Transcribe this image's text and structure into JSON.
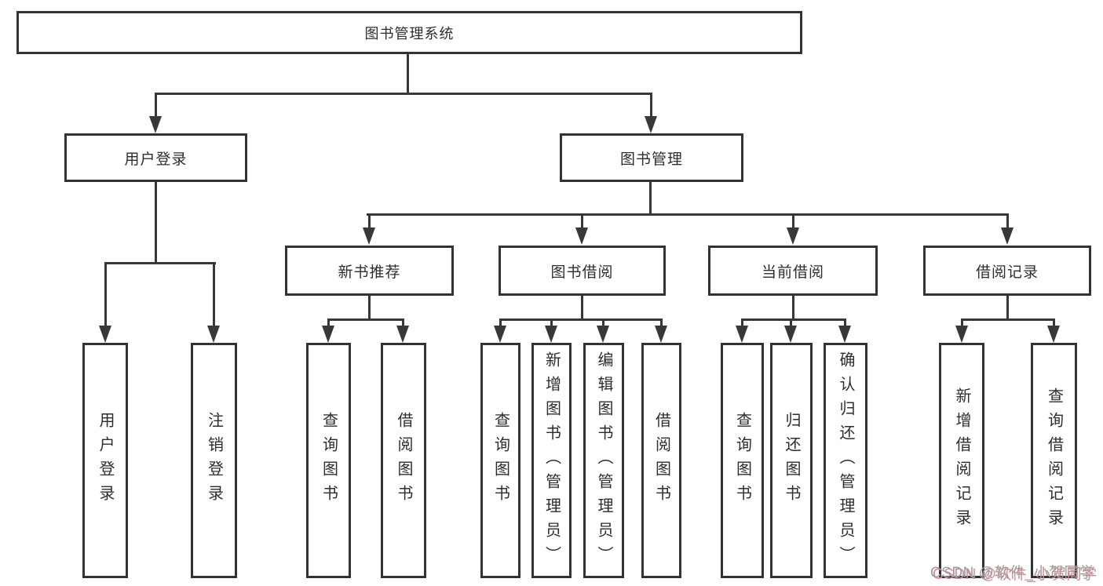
{
  "diagram": {
    "type": "tree",
    "nodes": {
      "root": "图书管理系统",
      "level2": [
        "用户登录",
        "图书管理"
      ],
      "level3": [
        "新书推荐",
        "图书借阅",
        "当前借阅",
        "借阅记录"
      ],
      "leaves": [
        "用户登录",
        "注销登录",
        "查询图书",
        "借阅图书",
        "查询图书",
        "新增图书（管理员）",
        "编辑图书（管理员）",
        "借阅图书",
        "查询图书",
        "归还图书",
        "确认归还（管理员）",
        "新增借阅记录",
        "查询借阅记录"
      ]
    },
    "edges": [
      {
        "from": "图书管理系统",
        "to": "用户登录"
      },
      {
        "from": "图书管理系统",
        "to": "图书管理"
      },
      {
        "from": "用户登录",
        "to": "用户登录"
      },
      {
        "from": "用户登录",
        "to": "注销登录"
      },
      {
        "from": "图书管理",
        "to": "新书推荐"
      },
      {
        "from": "图书管理",
        "to": "图书借阅"
      },
      {
        "from": "图书管理",
        "to": "当前借阅"
      },
      {
        "from": "图书管理",
        "to": "借阅记录"
      },
      {
        "from": "新书推荐",
        "to": "查询图书"
      },
      {
        "from": "新书推荐",
        "to": "借阅图书"
      },
      {
        "from": "图书借阅",
        "to": "查询图书"
      },
      {
        "from": "图书借阅",
        "to": "新增图书（管理员）"
      },
      {
        "from": "图书借阅",
        "to": "编辑图书（管理员）"
      },
      {
        "from": "图书借阅",
        "to": "借阅图书"
      },
      {
        "from": "当前借阅",
        "to": "查询图书"
      },
      {
        "from": "当前借阅",
        "to": "归还图书"
      },
      {
        "from": "当前借阅",
        "to": "确认归还（管理员）"
      },
      {
        "from": "借阅记录",
        "to": "新增借阅记录"
      },
      {
        "from": "借阅记录",
        "to": "查询借阅记录"
      }
    ],
    "colors": {
      "line": "#383838",
      "box_border": "#333333",
      "text": "#2d2d2d",
      "watermark_text": "#9c9ca2",
      "watermark_shadow": "#d98b8b"
    }
  },
  "watermark": {
    "text": "CSDN @软件_小贺同学"
  }
}
